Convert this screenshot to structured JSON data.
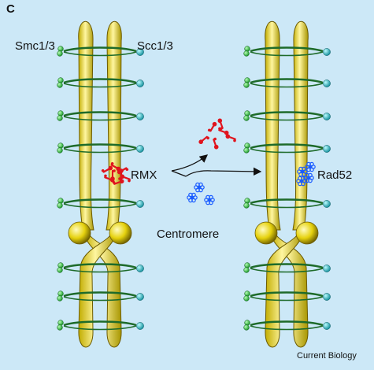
{
  "figure": {
    "panel_letter": "C",
    "labels": {
      "smc": "Smc1/3",
      "scc": "Scc1/3",
      "rmx": "RMX",
      "rad52": "Rad52",
      "centromere": "Centromere"
    },
    "credit": "Current Biology"
  },
  "colors": {
    "background": "#cce8f7",
    "chromatid": "#f2e21a",
    "chromatid_outline": "#6b5a00",
    "cohesin_ring": "#1e6b2a",
    "smc_head": "#27c23a",
    "scc_head": "#18b9c8",
    "rmx": "#e0141e",
    "rad52": "#1a5cff"
  }
}
